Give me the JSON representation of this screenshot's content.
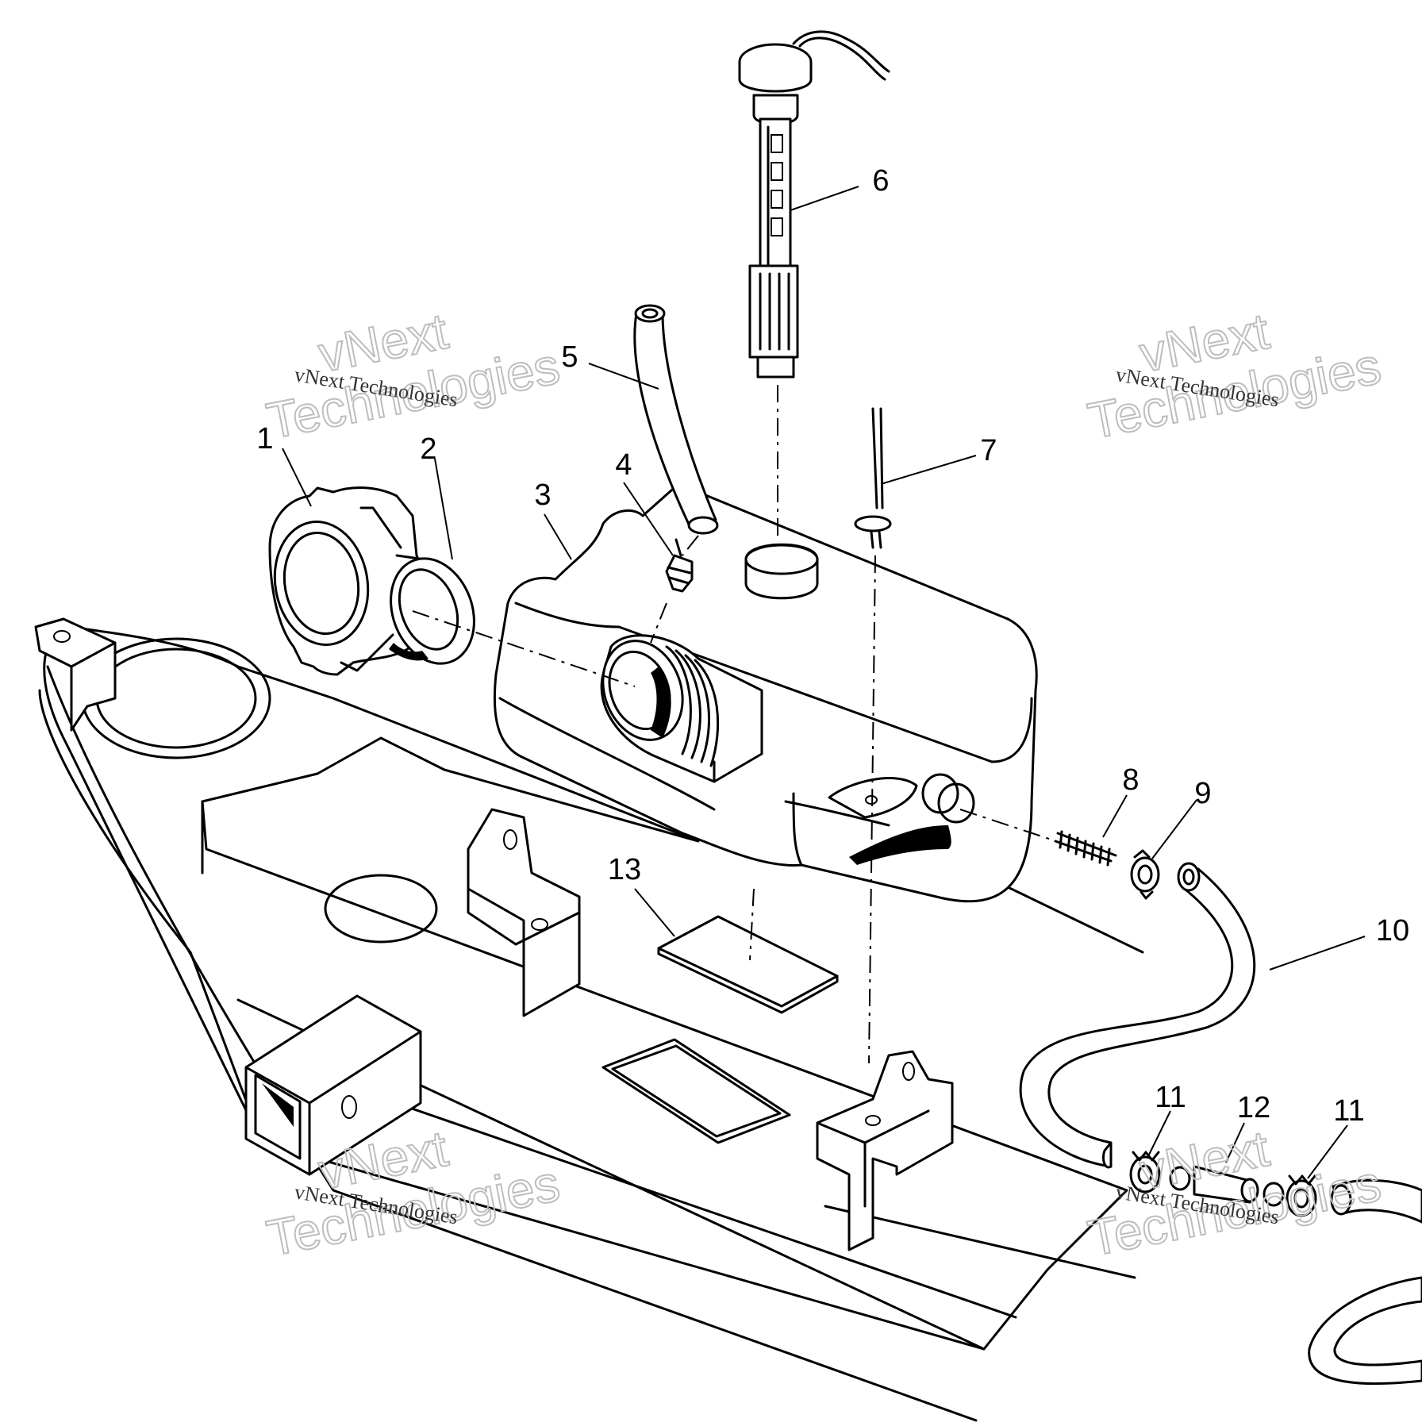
{
  "callouts": [
    {
      "id": "c1",
      "label": "1"
    },
    {
      "id": "c2",
      "label": "2"
    },
    {
      "id": "c3",
      "label": "3"
    },
    {
      "id": "c4",
      "label": "4"
    },
    {
      "id": "c5",
      "label": "5"
    },
    {
      "id": "c6",
      "label": "6"
    },
    {
      "id": "c7",
      "label": "7"
    },
    {
      "id": "c8",
      "label": "8"
    },
    {
      "id": "c9",
      "label": "9"
    },
    {
      "id": "c10",
      "label": "10"
    },
    {
      "id": "c11a",
      "label": "11"
    },
    {
      "id": "c11b",
      "label": "11"
    },
    {
      "id": "c12",
      "label": "12"
    },
    {
      "id": "c13",
      "label": "13"
    }
  ],
  "watermark": {
    "brand_line1": "vNext",
    "brand_line2": "Technologies",
    "caption": "vNext Technologies"
  }
}
